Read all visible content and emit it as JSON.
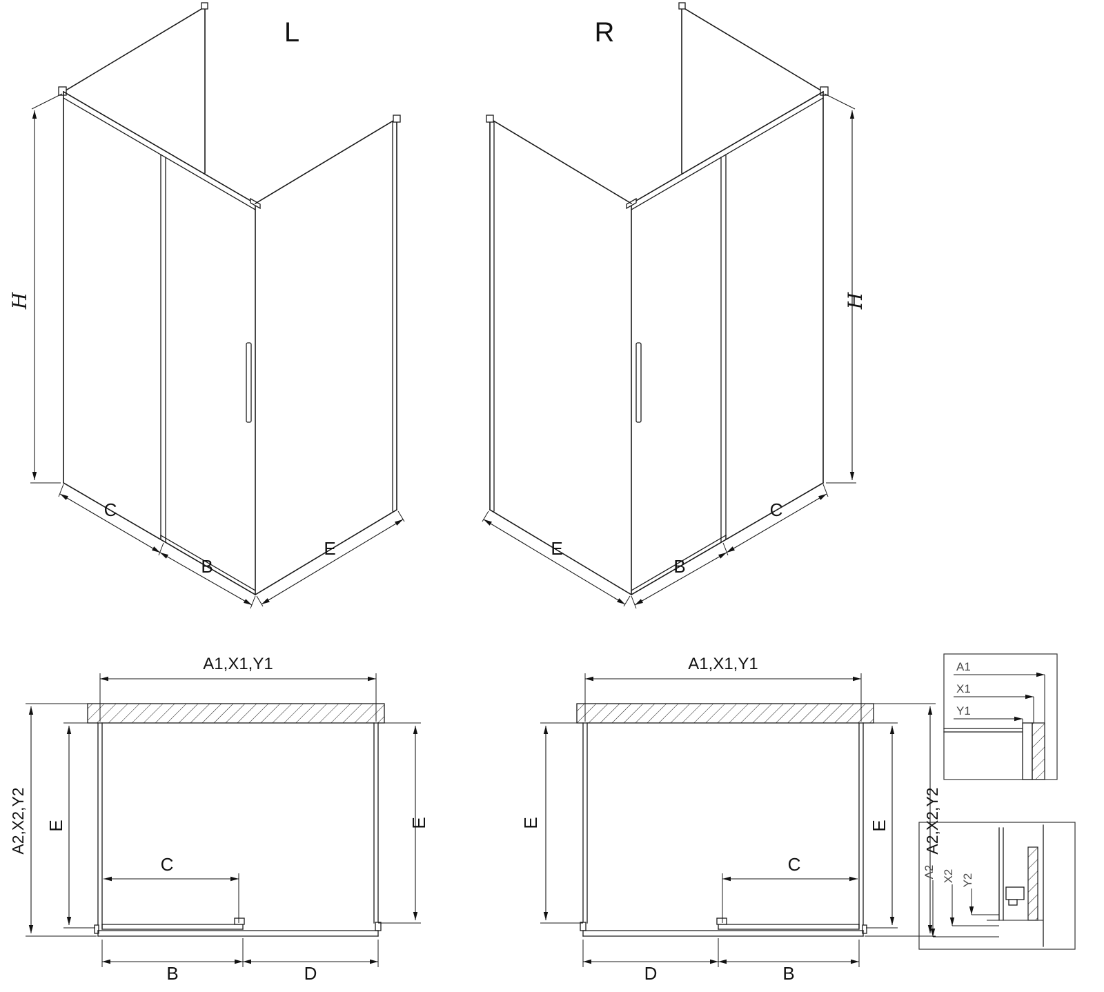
{
  "iso_left": {
    "label": "L",
    "dim_h": "H",
    "dim_c": "C",
    "dim_b": "B",
    "dim_e": "E"
  },
  "iso_right": {
    "label": "R",
    "dim_h": "H",
    "dim_c": "C",
    "dim_b": "B",
    "dim_e": "E"
  },
  "plan_left": {
    "dim_width": "A1,X1,Y1",
    "dim_depth": "A2,X2,Y2",
    "dim_e_left": "E",
    "dim_e_right": "E",
    "dim_c": "C",
    "dim_b": "B",
    "dim_d": "D"
  },
  "plan_right": {
    "dim_width": "A1,X1,Y1",
    "dim_depth": "A2,X2,Y2",
    "dim_e_left": "E",
    "dim_e_right": "E",
    "dim_c": "C",
    "dim_b": "B",
    "dim_d": "D"
  },
  "detail_wall": {
    "dim_a1": "A1",
    "dim_x1": "X1",
    "dim_y1": "Y1"
  },
  "detail_floor": {
    "dim_a2": "A2",
    "dim_x2": "X2",
    "dim_y2": "Y2"
  }
}
